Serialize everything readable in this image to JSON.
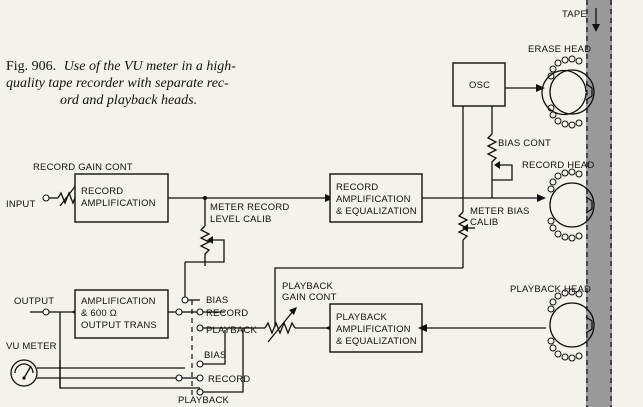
{
  "caption": {
    "fig_label": "Fig. 906.",
    "line1": "Use of the VU meter in a high-",
    "line2": "quality tape recorder with separate rec-",
    "line3": "ord and playback heads."
  },
  "labels": {
    "tape": "TAPE",
    "erase_head": "ERASE HEAD",
    "record_head": "RECORD HEAD",
    "playback_head": "PLAYBACK HEAD",
    "osc": "OSC",
    "bias_cont": "BIAS CONT",
    "record_gain_cont": "RECORD GAIN CONT",
    "input": "INPUT",
    "record_amp_1": "RECORD",
    "record_amp_2": "AMPLIFICATION",
    "meter_record_1": "METER RECORD",
    "meter_record_2": "LEVEL CALIB",
    "rec_eq_1": "RECORD",
    "rec_eq_2": "AMPLIFICATION",
    "rec_eq_3": "& EQUALIZATION",
    "meter_bias_1": "METER BIAS",
    "meter_bias_2": "CALIB",
    "output": "OUTPUT",
    "amp_out_1": "AMPLIFICATION",
    "amp_out_2": "& 600 Ω",
    "amp_out_3": "OUTPUT TRANS",
    "sw1_bias": "BIAS",
    "sw1_record": "RECORD",
    "sw1_playback": "PLAYBACK",
    "playback_gain_1": "PLAYBACK",
    "playback_gain_2": "GAIN CONT",
    "pb_eq_1": "PLAYBACK",
    "pb_eq_2": "AMPLIFICATION",
    "pb_eq_3": "& EQUALIZATION",
    "vu_meter": "VU METER",
    "sw2_bias": "BIAS",
    "sw2_record": "RECORD",
    "sw2_playback": "PLAYBACK"
  }
}
